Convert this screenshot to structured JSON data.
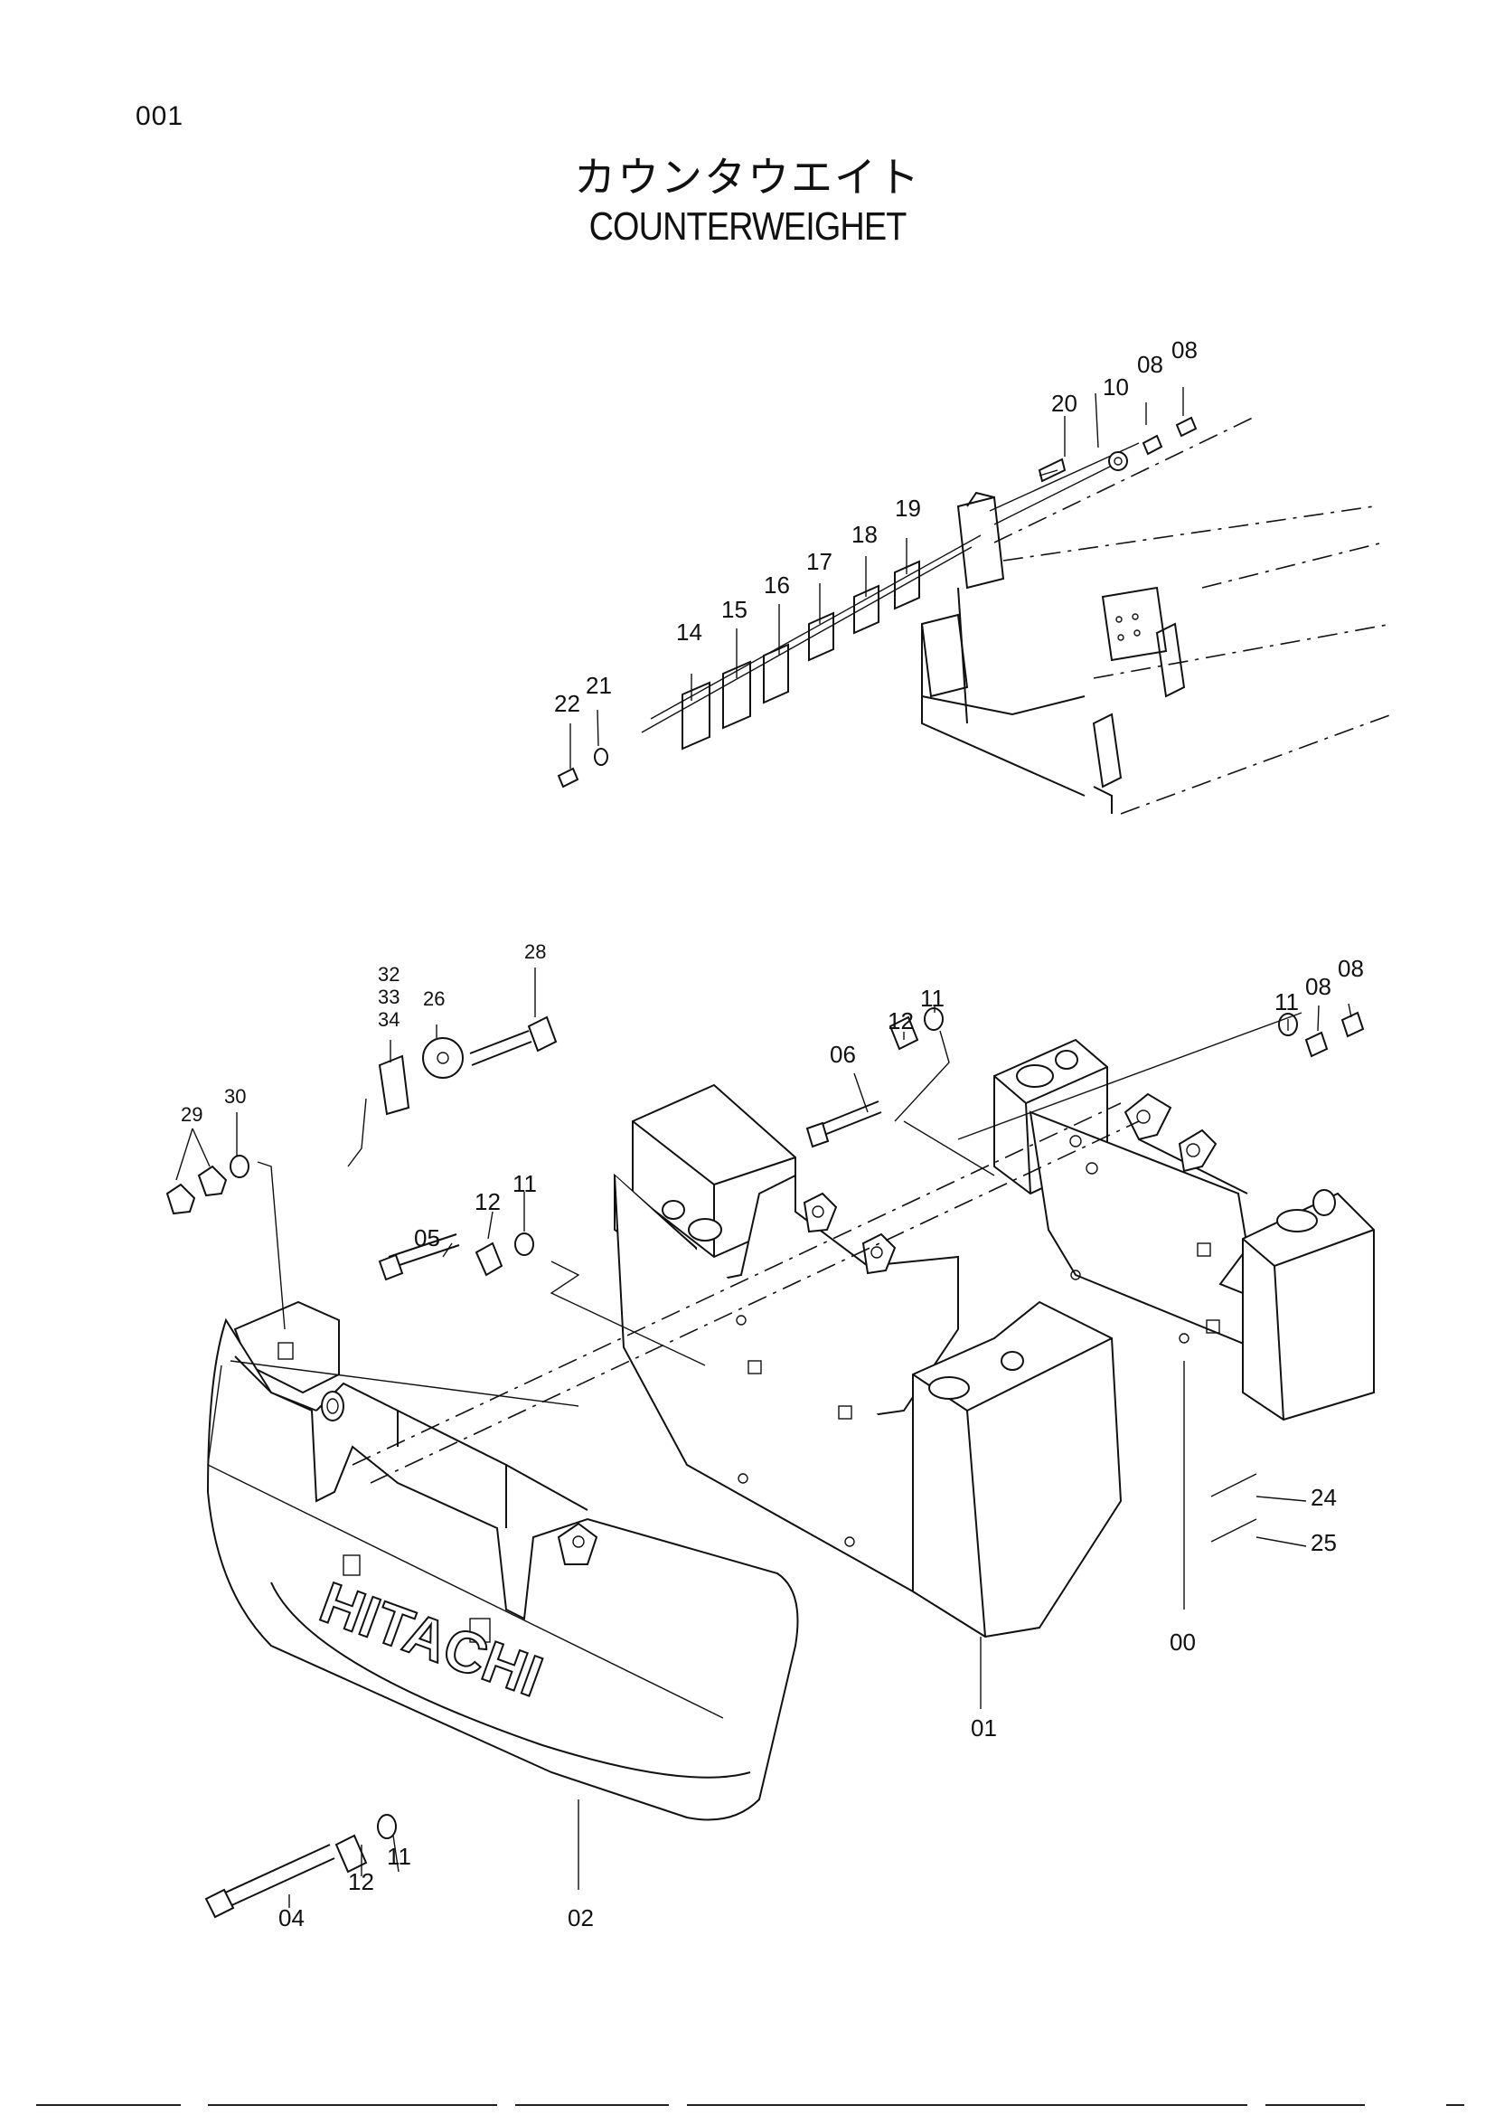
{
  "page_number": "001",
  "title": {
    "japanese": "カウンタウエイト",
    "english": "COUNTERWEIGHET"
  },
  "watermark_text": "HITACHI",
  "callouts": [
    {
      "id": "c00",
      "text": "00"
    },
    {
      "id": "c01",
      "text": "01"
    },
    {
      "id": "c02",
      "text": "02"
    },
    {
      "id": "c04",
      "text": "04"
    },
    {
      "id": "c05",
      "text": "05"
    },
    {
      "id": "c06",
      "text": "06"
    },
    {
      "id": "c08a",
      "text": "08"
    },
    {
      "id": "c08b",
      "text": "08"
    },
    {
      "id": "c08c",
      "text": "08"
    },
    {
      "id": "c08d",
      "text": "08"
    },
    {
      "id": "c10",
      "text": "10"
    },
    {
      "id": "c11a",
      "text": "11"
    },
    {
      "id": "c11b",
      "text": "11"
    },
    {
      "id": "c11c",
      "text": "11"
    },
    {
      "id": "c11d",
      "text": "11"
    },
    {
      "id": "c12a",
      "text": "12"
    },
    {
      "id": "c12b",
      "text": "12"
    },
    {
      "id": "c12c",
      "text": "12"
    },
    {
      "id": "c14",
      "text": "14"
    },
    {
      "id": "c15",
      "text": "15"
    },
    {
      "id": "c16",
      "text": "16"
    },
    {
      "id": "c17",
      "text": "17"
    },
    {
      "id": "c18",
      "text": "18"
    },
    {
      "id": "c19",
      "text": "19"
    },
    {
      "id": "c20",
      "text": "20"
    },
    {
      "id": "c21",
      "text": "21"
    },
    {
      "id": "c22",
      "text": "22"
    },
    {
      "id": "c24",
      "text": "24"
    },
    {
      "id": "c25",
      "text": "25"
    },
    {
      "id": "c26",
      "text": "26"
    },
    {
      "id": "c28",
      "text": "28"
    },
    {
      "id": "c29",
      "text": "29"
    },
    {
      "id": "c30",
      "text": "30"
    },
    {
      "id": "c32",
      "text": "32"
    },
    {
      "id": "c33",
      "text": "33"
    },
    {
      "id": "c34",
      "text": "34"
    }
  ]
}
